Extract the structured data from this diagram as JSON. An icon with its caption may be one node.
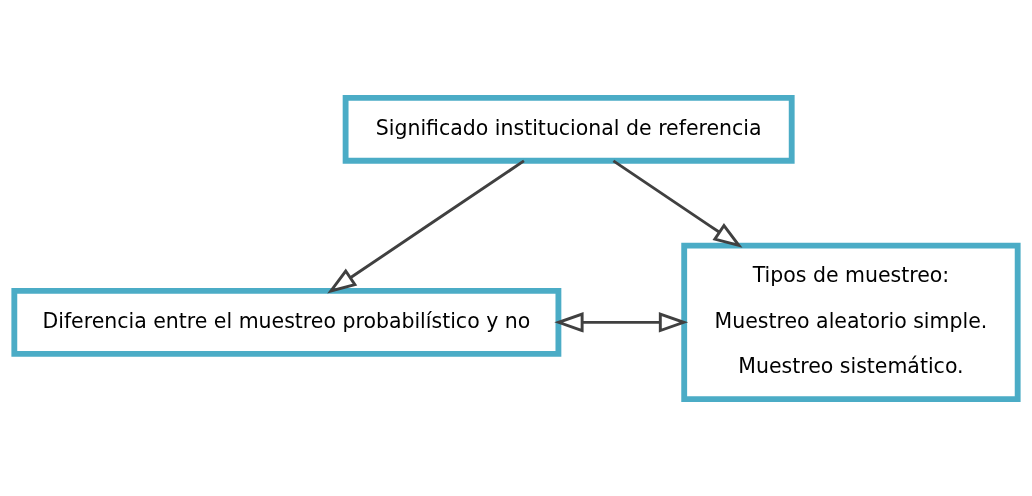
{
  "diagram": {
    "nodes": [
      {
        "text": [
          "Significado institucional de referencia"
        ]
      },
      {
        "text": [
          "Diferencia entre el muestreo probabilístico y no"
        ]
      },
      {
        "text": [
          "Tipos de muestreo:",
          "Muestreo aleatorio simple.",
          "Muestreo sistemático."
        ]
      }
    ],
    "edges": [
      {
        "from": 0,
        "to": 1,
        "arrow": "to"
      },
      {
        "from": 0,
        "to": 2,
        "arrow": "to"
      },
      {
        "from": 1,
        "to": 2,
        "arrow": "both"
      }
    ]
  }
}
